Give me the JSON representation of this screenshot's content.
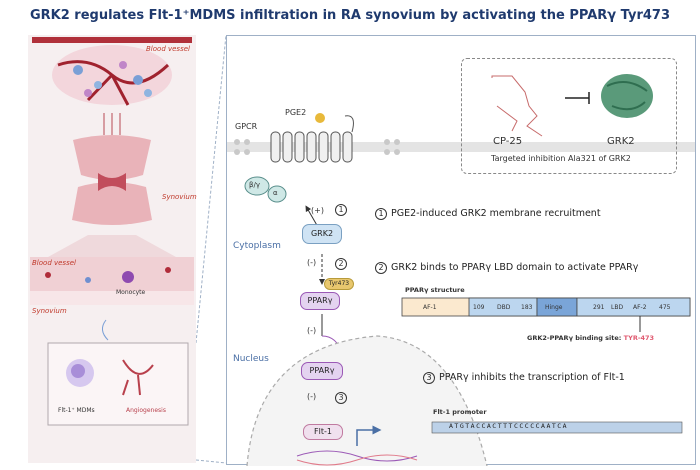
{
  "title": "GRK2 regulates Flt-1⁺MDMS infiltration in RA synovium by activating the PPARγ Tyr473",
  "left": {
    "blood_vessel_top": "Blood vessel",
    "synovium_top": "Synovium",
    "blood_vessel_bottom": "Blood vessel",
    "monocyte": "Monocyte",
    "synovium_bottom": "Synovium",
    "flt_mdms": "Flt-1⁺ MDMs",
    "angiogenesis": "Angiogenesis"
  },
  "main": {
    "gpcr": "GPCR",
    "pge2": "PGE2",
    "beta_gamma": "β/γ",
    "alpha": "α",
    "cytoplasm": "Cytoplasm",
    "nucleus": "Nucleus",
    "grk2_node": "GRK2",
    "pparg_node1": "PPARγ",
    "tyr473": "Tyr473",
    "pparg_node2": "PPARγ",
    "flt1_node": "Flt-1",
    "plus1": "(+)",
    "num1": "1",
    "minus2": "(-)",
    "num2": "2",
    "minus_mid": "(-)",
    "minus3": "(-)",
    "num3": "3",
    "cp25": "CP-25",
    "grk2_struct": "GRK2",
    "targeted": "Targeted inhibition Ala321 of GRK2",
    "step1_num": "1",
    "step1": "PGE2-induced GRK2 membrane recruitment",
    "step2_num": "2",
    "step2": "GRK2 binds to PPARγ LBD domain to activate PPARγ",
    "step3_num": "3",
    "step3": "PPARγ inhibits the transcription of Flt-1",
    "pparg_structure": "PPARγ structure",
    "domains": {
      "af1": "AF-1",
      "n109": "109",
      "dbd": "DBD",
      "n183": "183",
      "hinge": "Hinge",
      "n291": "291",
      "lbd": "LBD",
      "af2": "AF-2",
      "n475": "475"
    },
    "binding_site_label": "GRK2-PPARγ binding site:",
    "binding_site_value": "TYR-473",
    "promoter_label": "Flt-1 promoter",
    "promoter_seq": "ATGTACCACTTTCCCCCAATCA"
  }
}
